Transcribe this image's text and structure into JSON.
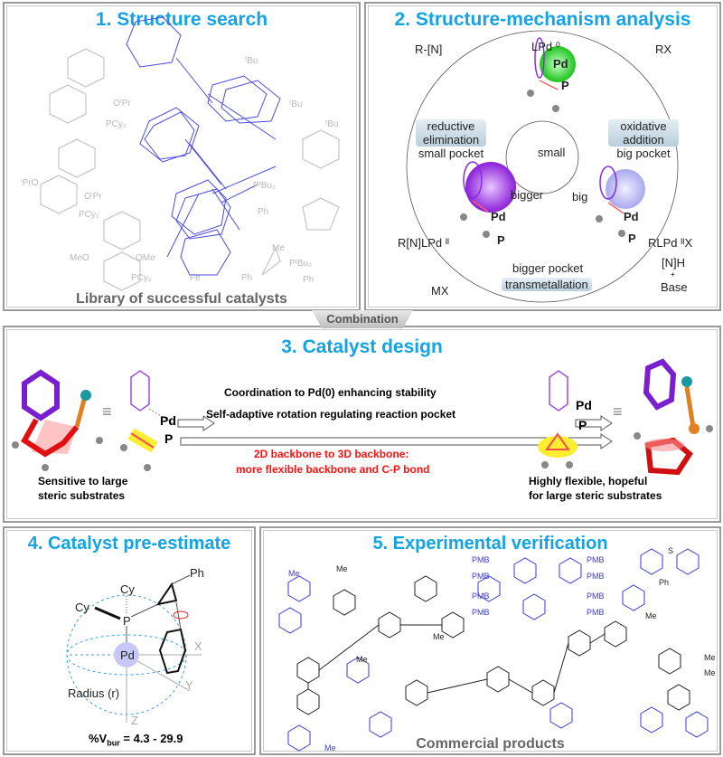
{
  "panel1": {
    "title": "1. Structure search",
    "caption": "Library of successful catalysts",
    "ligand_labels": [
      "OⁱPr",
      "PCy₂",
      "ⁱPrO",
      "OⁱPr",
      "PCy₂",
      "MeO",
      "OMe",
      "PCy₂",
      "ᵗBu",
      "ᵗBu",
      "ᵗBu",
      "PᵗBu₂",
      "Fe",
      "Ph",
      "Me",
      "PᵗBu₂",
      "Ph",
      "Ph"
    ]
  },
  "panel2": {
    "title": "2. Structure-mechanism analysis",
    "lpd0": "LPd ⁰",
    "rn": "R-[N]",
    "rx": "RX",
    "re_box": "reductive elimination",
    "re_sub": "small pocket",
    "oa_box": "oxidative addition",
    "oa_sub": "big pocket",
    "small": "small",
    "big": "big",
    "bigger": "bigger",
    "rnlpd": "R[N]LPd ᴵᴵ",
    "rlpdx": "RLPd ᴵᴵX",
    "nh": "[N]H",
    "plus": "+",
    "base": "Base",
    "mx": "MX",
    "tm_sub": "bigger pocket",
    "tm_box": "transmetallation",
    "pd": "Pd",
    "p": "P"
  },
  "combination": "Combination",
  "panel3": {
    "title": "3. Catalyst design",
    "arrow_text1": "Coordination to Pd(0) enhancing stability",
    "arrow_text2": "Self-adaptive rotation regulating reaction pocket",
    "red_text1": "2D backbone to 3D backbone:",
    "red_text2": "more flexible backbone and C-P bond",
    "left_caption1": "Sensitive to large",
    "left_caption2": "steric substrates",
    "right_caption1": "Highly flexible, hopeful",
    "right_caption2": "for large  steric substrates",
    "pd": "Pd",
    "p": "P",
    "equiv": "≡"
  },
  "panel4": {
    "title": "4. Catalyst pre-estimate",
    "cy1": "Cy",
    "cy2": "Cy",
    "ph": "Ph",
    "p": "P",
    "pd": "Pd",
    "x": "X",
    "y": "Y",
    "z": "Z",
    "radius": "Radius (r)",
    "vbur": "%V",
    "vbur_sub": "bur",
    "vbur_value": "= 4.3 - 29.9"
  },
  "panel5": {
    "title": "5. Experimental verification",
    "caption": "Commercial products",
    "labels": [
      "Me",
      "Me",
      "Me",
      "Me",
      "Me",
      "PMB",
      "PMB",
      "PMB",
      "PMB",
      "PMB",
      "PMB",
      "PMB",
      "PMB",
      "S",
      "Ph",
      "Me",
      "Me",
      "Me"
    ]
  },
  "colors": {
    "title": "#14a3e3",
    "blue_structures": "#3a3ad8",
    "red_text": "#ff1010"
  }
}
